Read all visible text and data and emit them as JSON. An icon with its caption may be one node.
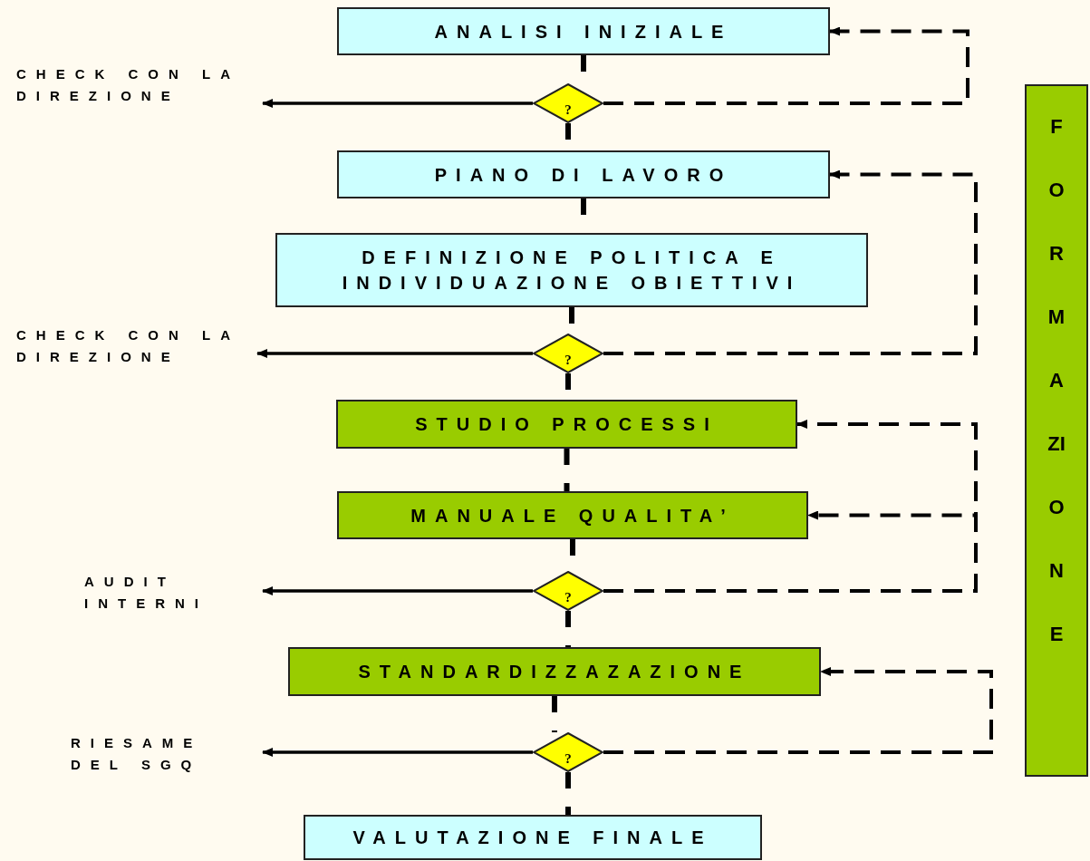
{
  "diagram": {
    "nodes": [
      {
        "text": [
          "ANALISI INIZIALE"
        ]
      },
      {
        "text": [
          "?"
        ]
      },
      {
        "text": [
          "CHECK CON LA DIREZIONE"
        ]
      },
      {
        "text": [
          "PIANO DI LAVORO"
        ]
      },
      {
        "text": [
          "DEFINIZIONE POLITICA E INDIVIDUAZIONE OBIETTIVI"
        ]
      },
      {
        "text": [
          "?"
        ]
      },
      {
        "text": [
          "CHECK CON LA DIREZIONE"
        ]
      },
      {
        "text": [
          "STUDIO PROCESSI"
        ]
      },
      {
        "text": [
          "MANUALE QUALITA’"
        ]
      },
      {
        "text": [
          "?"
        ]
      },
      {
        "text": [
          "AUDIT INTERNI"
        ]
      },
      {
        "text": [
          "STANDARDIZZAZAZIONE"
        ]
      },
      {
        "text": [
          "?"
        ]
      },
      {
        "text": [
          "RIESAME DEL SGQ"
        ]
      },
      {
        "text": [
          "VALUTAZIONE FINALE"
        ]
      },
      {
        "text": [
          "FORMAZIONE"
        ]
      }
    ],
    "edges": [
      {
        "from": 0,
        "to": 1,
        "arrow": "none",
        "style": "dashed"
      },
      {
        "from": 1,
        "to": 3,
        "arrow": "none",
        "style": "dashed"
      },
      {
        "from": 3,
        "to": 4,
        "arrow": "none",
        "style": "dashed"
      },
      {
        "from": 4,
        "to": 5,
        "arrow": "none",
        "style": "dashed"
      },
      {
        "from": 5,
        "to": 7,
        "arrow": "none",
        "style": "dashed"
      },
      {
        "from": 7,
        "to": 8,
        "arrow": "none",
        "style": "dashed"
      },
      {
        "from": 8,
        "to": 9,
        "arrow": "none",
        "style": "dashed"
      },
      {
        "from": 9,
        "to": 11,
        "arrow": "none",
        "style": "dashed"
      },
      {
        "from": 11,
        "to": 12,
        "arrow": "none",
        "style": "dashed"
      },
      {
        "from": 12,
        "to": 14,
        "arrow": "none",
        "style": "dashed"
      },
      {
        "from": 1,
        "to": 2,
        "arrow": "to"
      },
      {
        "from": 5,
        "to": 6,
        "arrow": "to"
      },
      {
        "from": 9,
        "to": 10,
        "arrow": "to"
      },
      {
        "from": 12,
        "to": 13,
        "arrow": "to"
      },
      {
        "from": 1,
        "to": 0,
        "arrow": "to",
        "style": "dashed"
      },
      {
        "from": 5,
        "to": 3,
        "arrow": "to",
        "style": "dashed"
      },
      {
        "from": 9,
        "to": 7,
        "arrow": "to",
        "style": "dashed"
      },
      {
        "from": 9,
        "to": 8,
        "arrow": "to",
        "style": "dashed"
      },
      {
        "from": 12,
        "to": 11,
        "arrow": "to",
        "style": "dashed"
      }
    ]
  }
}
